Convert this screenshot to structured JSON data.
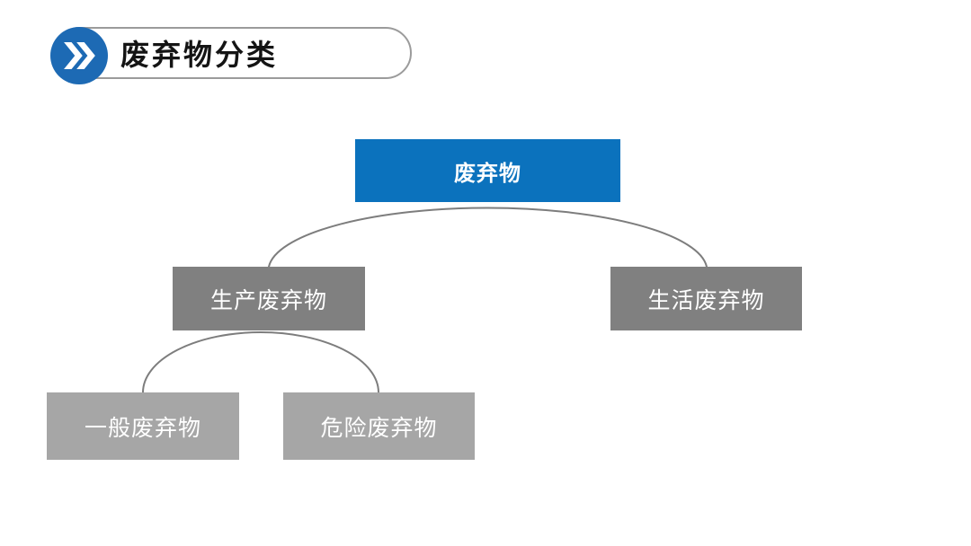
{
  "header": {
    "title": "废弃物分类",
    "icon": "double-chevron-right"
  },
  "diagram": {
    "type": "tree",
    "nodes": [
      {
        "id": "waste",
        "label": "废弃物",
        "level": 1,
        "fill": "#0b72bd",
        "text_color": "#ffffff"
      },
      {
        "id": "production-waste",
        "label": "生产废弃物",
        "level": 2,
        "fill": "#808080",
        "text_color": "#ffffff"
      },
      {
        "id": "domestic-waste",
        "label": "生活废弃物",
        "level": 2,
        "fill": "#808080",
        "text_color": "#ffffff"
      },
      {
        "id": "general-waste",
        "label": "一般废弃物",
        "level": 3,
        "fill": "#a6a6a6",
        "text_color": "#ffffff"
      },
      {
        "id": "hazardous-waste",
        "label": "危险废弃物",
        "level": 3,
        "fill": "#a6a6a6",
        "text_color": "#ffffff"
      }
    ],
    "edges": [
      {
        "from": "waste",
        "to": "production-waste"
      },
      {
        "from": "waste",
        "to": "domestic-waste"
      },
      {
        "from": "production-waste",
        "to": "general-waste"
      },
      {
        "from": "production-waste",
        "to": "hazardous-waste"
      }
    ],
    "connector_color": "#7d7d7d"
  },
  "colors": {
    "background": "#ffffff",
    "badge_blue": "#1d6ab4",
    "root_blue": "#0b72bd",
    "level2_gray": "#808080",
    "level3_gray": "#a6a6a6",
    "pill_border": "#9b9b9b",
    "title_text": "#141414"
  }
}
